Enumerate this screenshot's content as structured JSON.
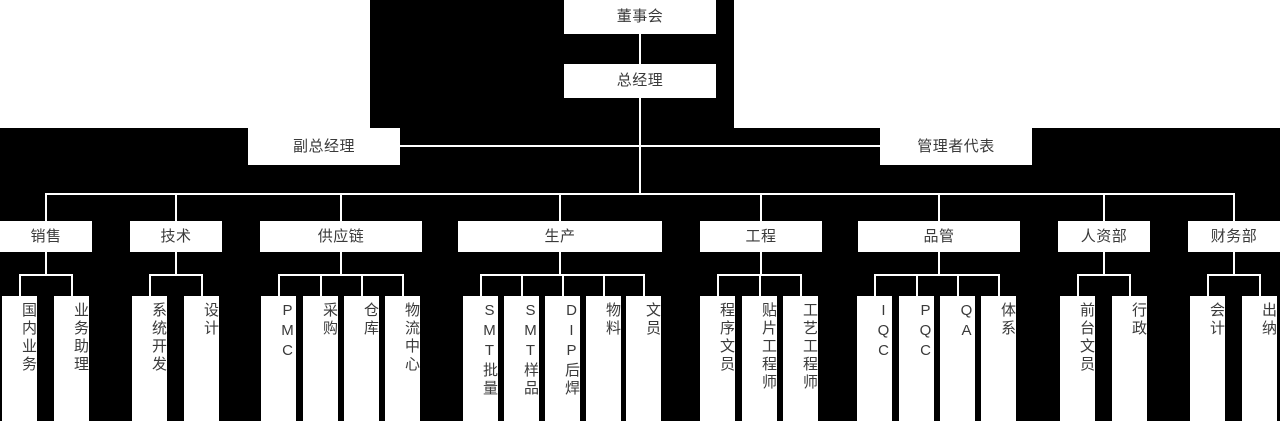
{
  "chart_title": "",
  "colors": {
    "backdrop": "#000000",
    "node_fill": "#ffffff",
    "node_text": "#3a3a3a",
    "connector": "#ffffff",
    "page_background": "#ffffff"
  },
  "org": {
    "level0": [
      {
        "id": "board",
        "label": "董事会"
      }
    ],
    "level1": [
      {
        "id": "gm",
        "label": "总经理"
      }
    ],
    "level2": [
      {
        "id": "deputy-gm",
        "label": "副总经理"
      },
      {
        "id": "mgmt-rep",
        "label": "管理者代表"
      }
    ],
    "departments": [
      {
        "id": "sales",
        "label": "销售"
      },
      {
        "id": "tech",
        "label": "技术"
      },
      {
        "id": "supply-chain",
        "label": "供应链"
      },
      {
        "id": "production",
        "label": "生产"
      },
      {
        "id": "engineering",
        "label": "工程"
      },
      {
        "id": "quality",
        "label": "品管"
      },
      {
        "id": "hr",
        "label": "人资部"
      },
      {
        "id": "finance",
        "label": "财务部"
      }
    ],
    "teams": [
      {
        "id": "domestic-sales",
        "label": "国内业务",
        "parent": "sales"
      },
      {
        "id": "sales-assistant",
        "label": "业务助理",
        "parent": "sales"
      },
      {
        "id": "system-dev",
        "label": "系统开发",
        "parent": "tech"
      },
      {
        "id": "design",
        "label": "设计",
        "parent": "tech"
      },
      {
        "id": "pmc",
        "label": "PMC",
        "parent": "supply-chain"
      },
      {
        "id": "purchasing",
        "label": "采购",
        "parent": "supply-chain"
      },
      {
        "id": "warehouse",
        "label": "仓库",
        "parent": "supply-chain"
      },
      {
        "id": "logistics-center",
        "label": "物流中心",
        "parent": "supply-chain"
      },
      {
        "id": "smt-mass",
        "label": "SMT批量",
        "parent": "production"
      },
      {
        "id": "smt-sample",
        "label": "SMT样品",
        "parent": "production"
      },
      {
        "id": "dip-rework",
        "label": "DIP后焊",
        "parent": "production"
      },
      {
        "id": "materials",
        "label": "物料",
        "parent": "production"
      },
      {
        "id": "clerk",
        "label": "文员",
        "parent": "production"
      },
      {
        "id": "program-clerk",
        "label": "程序文员",
        "parent": "engineering"
      },
      {
        "id": "smt-engineer",
        "label": "贴片工程师",
        "parent": "engineering"
      },
      {
        "id": "process-engineer",
        "label": "工艺工程师",
        "parent": "engineering"
      },
      {
        "id": "iqc",
        "label": "IQC",
        "parent": "quality"
      },
      {
        "id": "pqc",
        "label": "PQC",
        "parent": "quality"
      },
      {
        "id": "qa",
        "label": "QA",
        "parent": "quality"
      },
      {
        "id": "system",
        "label": "体系",
        "parent": "quality"
      },
      {
        "id": "front-desk-clerk",
        "label": "前台文员",
        "parent": "hr"
      },
      {
        "id": "administration",
        "label": "行政",
        "parent": "hr"
      },
      {
        "id": "accounting",
        "label": "会计",
        "parent": "finance"
      },
      {
        "id": "cashier",
        "label": "出纳",
        "parent": "finance"
      }
    ]
  }
}
